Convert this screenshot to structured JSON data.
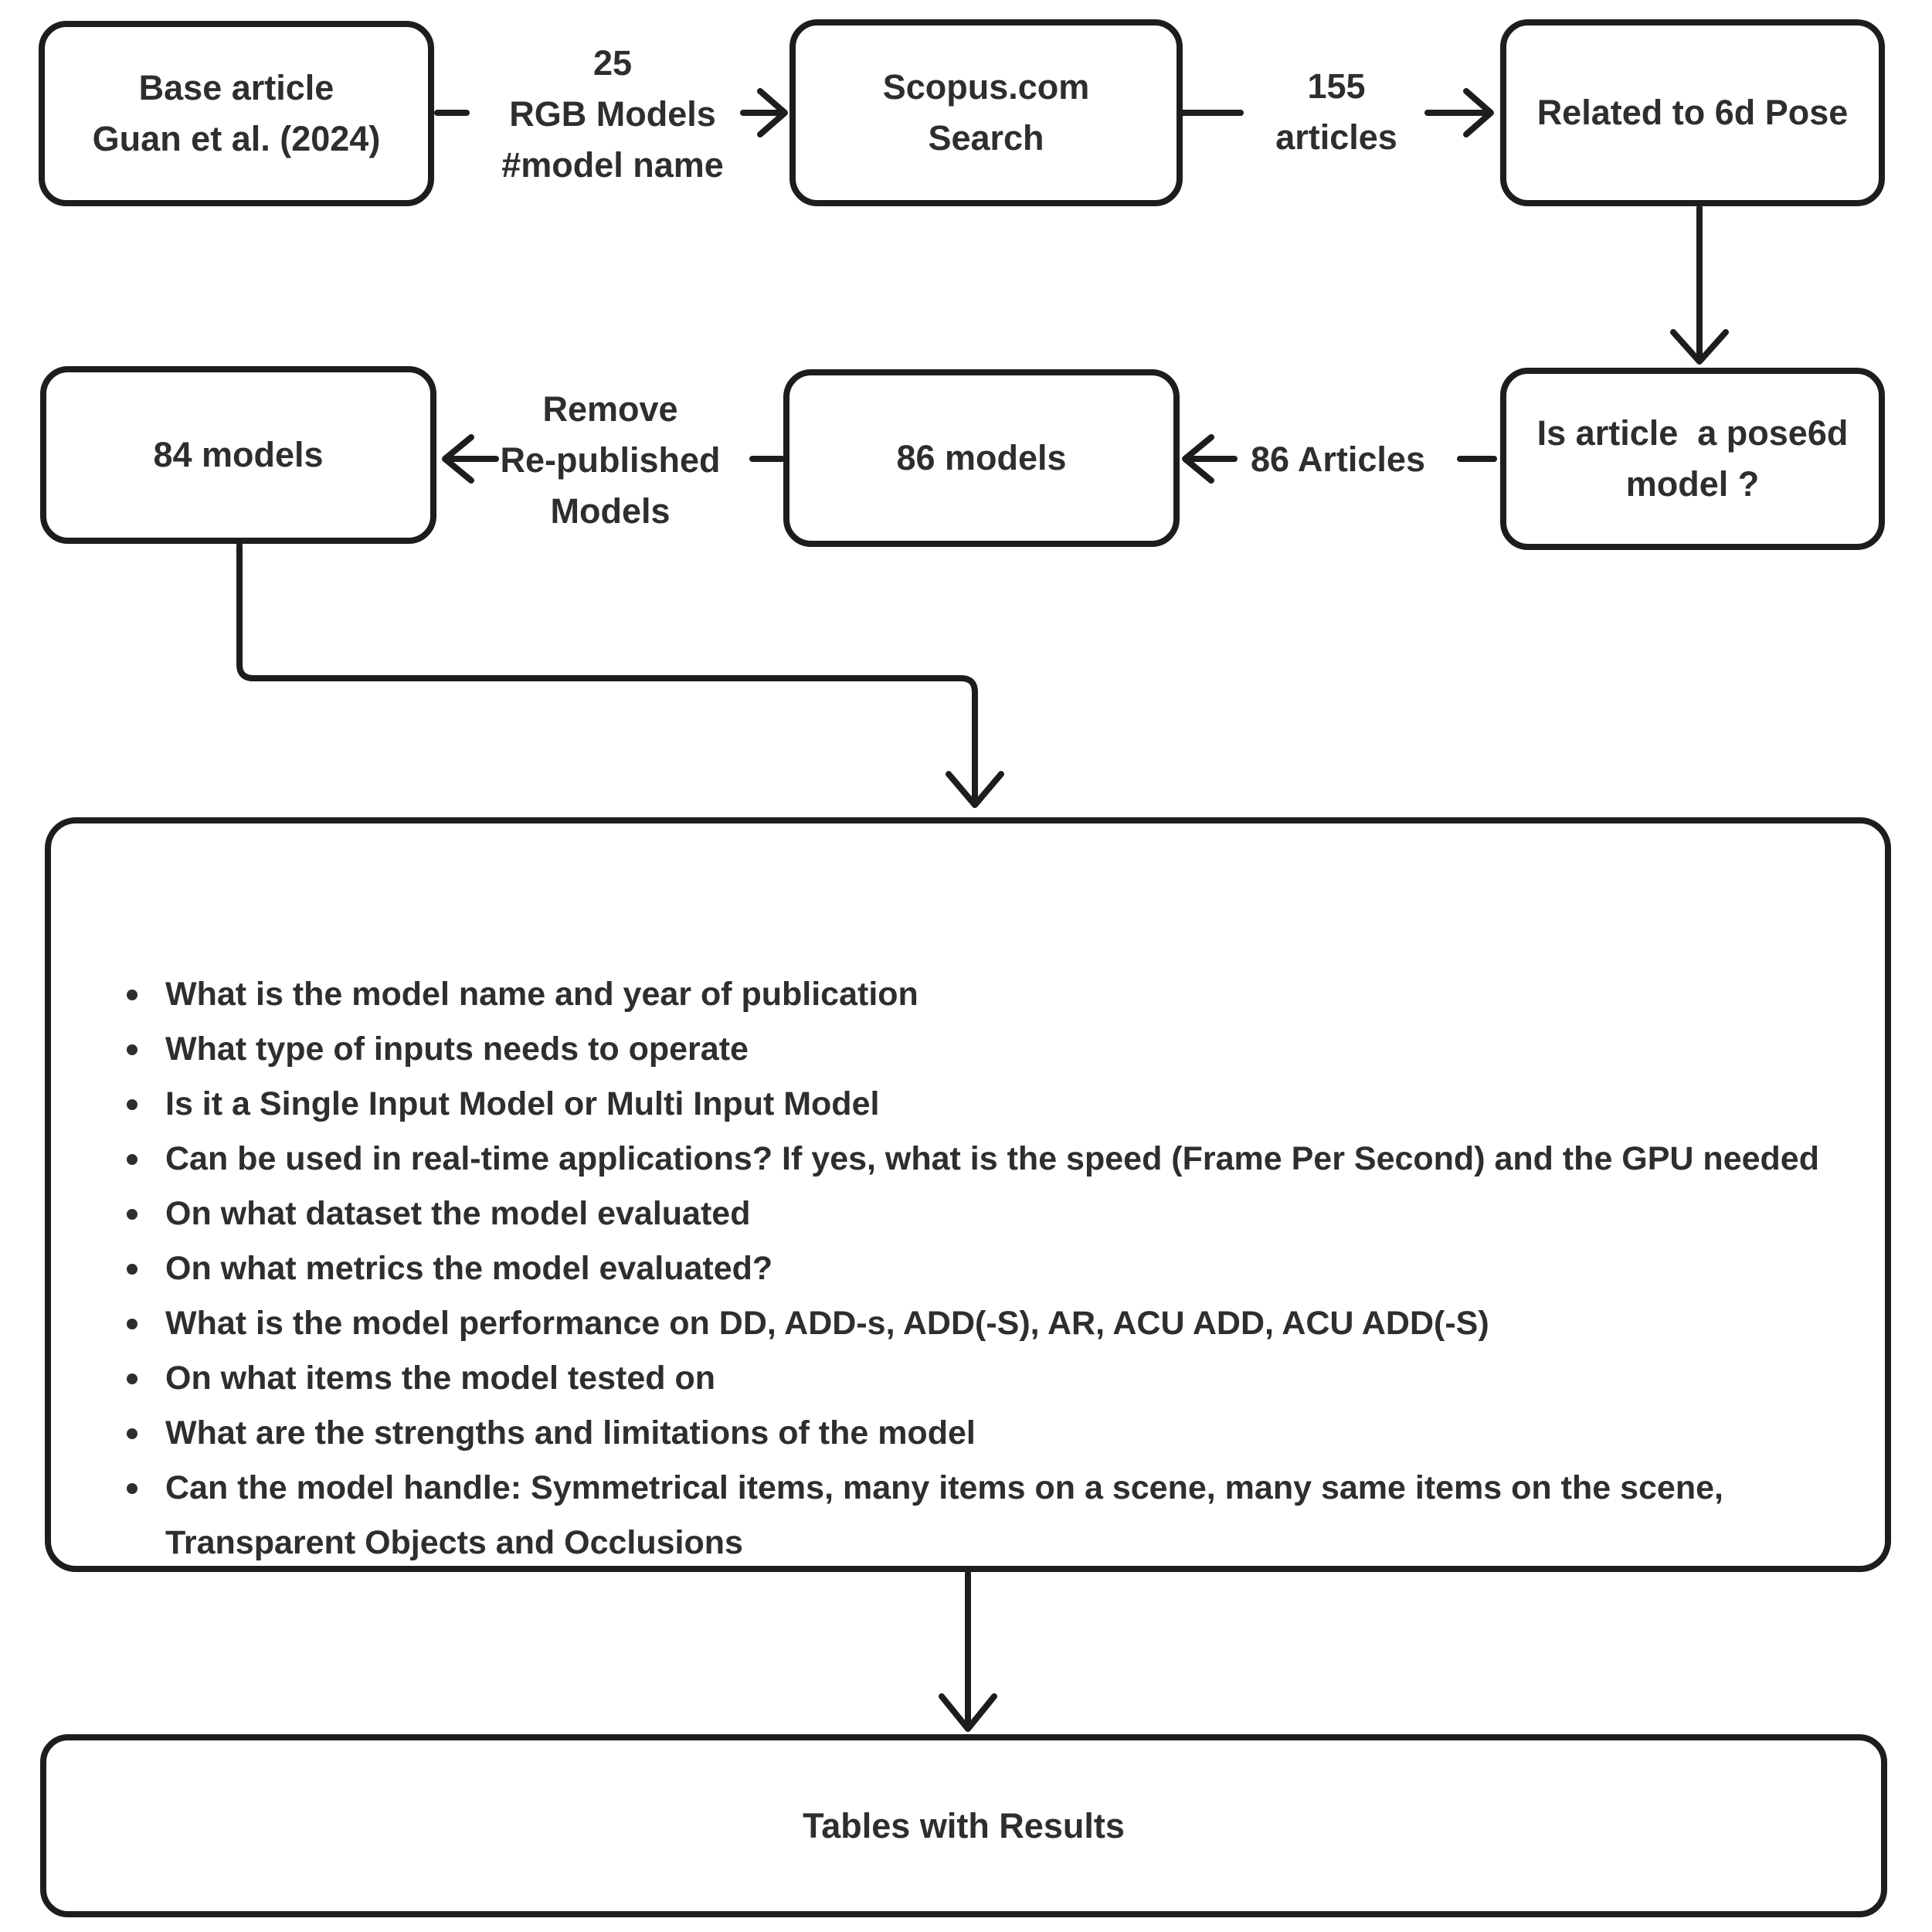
{
  "diagram": {
    "background_color": "#ffffff",
    "stroke_color": "#1d1d1f",
    "text_color": "#2e2e2e",
    "nodes": {
      "base_article": {
        "text": "Base article\nGuan et al. (2024)"
      },
      "scopus_search": {
        "text": "Scopus.com\nSearch"
      },
      "related_6d_pose": {
        "text": "Related to 6d Pose"
      },
      "is_pose6d_question": {
        "text": "Is article  a pose6d\nmodel ?"
      },
      "models_86": {
        "text": "86 models"
      },
      "models_84": {
        "text": "84 models"
      },
      "questions": {
        "bullets": [
          "What is the model name and year of publication",
          "What type of inputs needs to operate",
          "Is it a Single Input Model or Multi Input Model",
          "Can be used in real-time applications? If yes, what is the speed (Frame Per Second) and the GPU needed",
          "On what dataset the model evaluated",
          "On what metrics the model evaluated?",
          "What is the model performance on DD, ADD-s, ADD(-S), AR, ACU ADD, ACU ADD(-S)",
          "On what items the model tested on",
          "What are the strengths and limitations of the model",
          "Can the model handle: Symmetrical items, many items on a scene, many same items on the scene, Transparent Objects and Occlusions"
        ]
      },
      "tables_results": {
        "text": "Tables with Results"
      }
    },
    "edge_labels": {
      "rgb_models": "25\nRGB Models\n#model name",
      "articles_155": "155\narticles",
      "articles_86": "86 Articles",
      "remove_republished": "Remove\nRe-published\nModels"
    }
  }
}
